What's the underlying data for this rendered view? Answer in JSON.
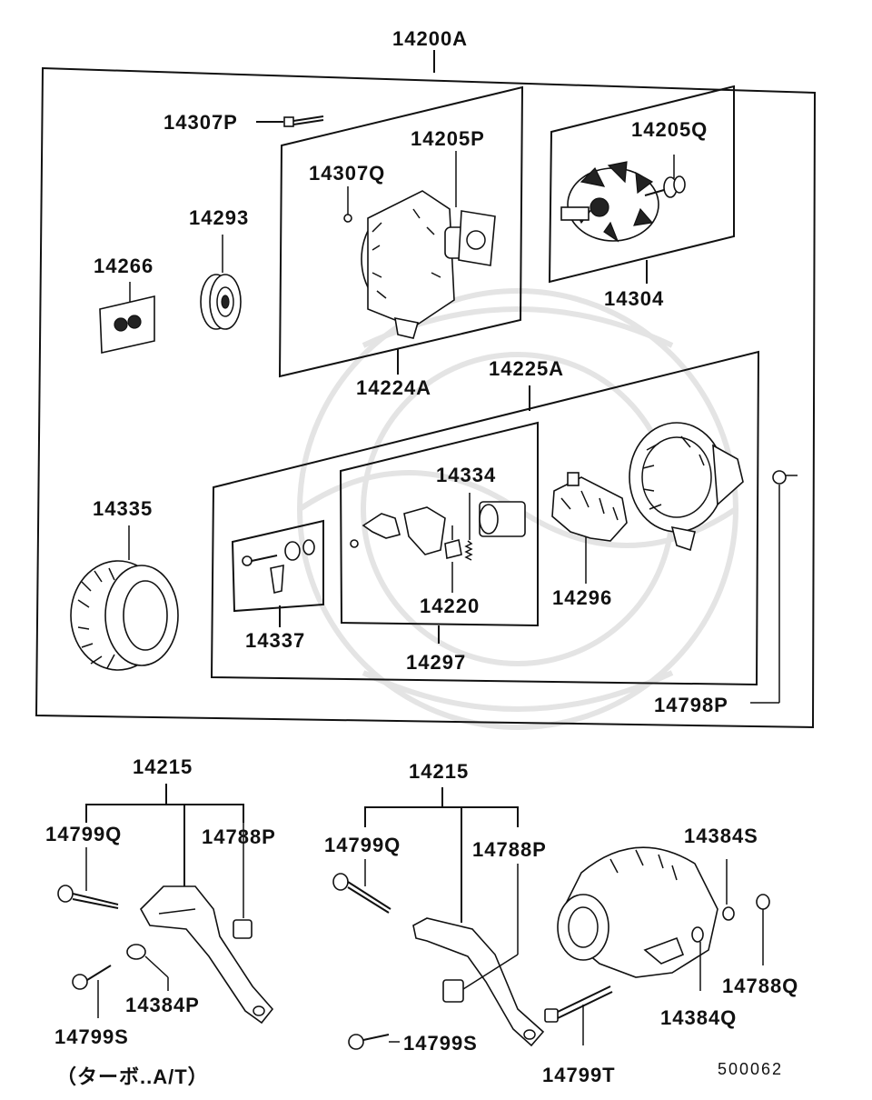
{
  "labels": {
    "assembly": "14200A",
    "screw_top": "14307P",
    "end_frame_rear": "14205P",
    "screw_inner": "14307Q",
    "rotor_bearing": "14205Q",
    "pulley": "14293",
    "label_plate": "14266",
    "front_frame_assy": "14224A",
    "rotor": "14304",
    "rear_frame_assy": "14225A",
    "regulator": "14334",
    "stator": "14335",
    "brush_assy": "14220",
    "rectifier": "14296",
    "terminal_kit": "14337",
    "regulator_assy": "14297",
    "nut_terminal": "14798P",
    "bracket_left": "14215",
    "bolt_left": "14799Q",
    "clip_left": "14788P",
    "bolt_small_left": "14799S",
    "washer_left": "14384P",
    "bracket_right": "14215",
    "bolt_right": "14799Q",
    "clip_right": "14788P",
    "bolt_small_right": "14799S",
    "bolt_long": "14799T",
    "washer_small": "14384S",
    "nut_right": "14788Q",
    "washer_right": "14384Q",
    "note": "（ターボ..A/T）",
    "figure_code": "500062"
  }
}
